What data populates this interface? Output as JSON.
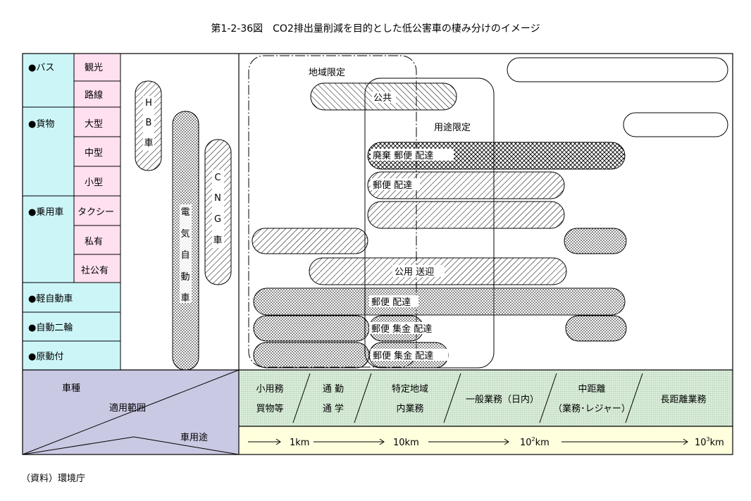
{
  "title": "第1-2-36図　CO2排出量削減を目的とした低公害車の棲み分けのイメージ",
  "source": "（資料）環境庁",
  "vehicle_groups": [
    {
      "label": "●バス",
      "subs": [
        "観光",
        "路線"
      ]
    },
    {
      "label": "●貨物",
      "subs": [
        "大型",
        "中型",
        "小型"
      ]
    },
    {
      "label": "●乗用車",
      "subs": [
        "タクシー",
        "私有",
        "社公有"
      ]
    }
  ],
  "vehicle_singles": [
    "●軽自動車",
    "●自動二輪",
    "●原動付"
  ],
  "tech_bars": [
    {
      "name": "hb-vehicle-bar",
      "chars": [
        "H",
        "B",
        "車"
      ],
      "pattern": "hatch"
    },
    {
      "name": "electric-vehicle-bar",
      "chars": [
        "電",
        "気",
        "自",
        "動",
        "車"
      ],
      "pattern": "dots"
    },
    {
      "name": "cng-vehicle-bar",
      "chars": [
        "C",
        "N",
        "G",
        "車"
      ],
      "pattern": "hatch"
    }
  ],
  "region_labels": {
    "area_limited": "地域限定",
    "purpose_limited": "用途限定"
  },
  "usage_labels": {
    "public": "公共",
    "row_large": "廃棄 郵便 配達",
    "row_medium": "郵便 配達",
    "row_commute": "公用 送迎",
    "row_kei": "郵便 配達",
    "row_bike": "郵便 集金 配達",
    "row_moped": "郵便 集金 配達"
  },
  "corner": {
    "vehicle_type": "車種",
    "scope": "適用範囲",
    "usage": "車用途"
  },
  "usage_categories": [
    [
      "小用務",
      "買物等"
    ],
    [
      "通 勤",
      "通 学"
    ],
    [
      "特定地域",
      "内業務"
    ],
    [
      "一般業務（日内）"
    ],
    [
      "中距離",
      "（業務･レジャー）"
    ],
    [
      "長距離業務"
    ]
  ],
  "distance_labels": [
    "1km",
    "10km",
    "10",
    "10"
  ],
  "distance_exponents": [
    "2",
    "3"
  ],
  "distance_unit": "km",
  "colors": {
    "cyan": "#ccf5f8",
    "pink": "#ffe0f0",
    "lavender": "#c9c9e3",
    "green": "#dcefdc",
    "yellow": "#ffffde"
  }
}
